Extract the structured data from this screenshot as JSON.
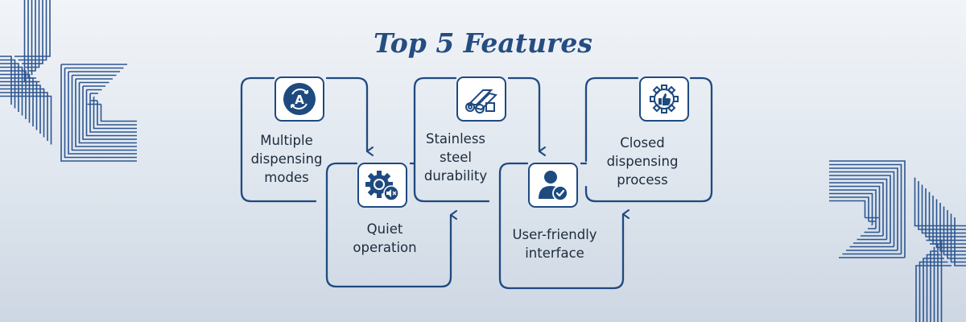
{
  "title": "Top 5 Features",
  "colors": {
    "primary": "#1e4a80",
    "text": "#1c2b3d",
    "title": "#254d80"
  },
  "features": [
    {
      "lines": [
        "Multiple",
        "dispensing",
        "modes"
      ],
      "icon": "auto-mode-icon"
    },
    {
      "lines": [
        "Quiet",
        "operation"
      ],
      "icon": "gear-mute-icon"
    },
    {
      "lines": [
        "Stainless",
        "steel",
        "durability"
      ],
      "icon": "steel-pipes-icon"
    },
    {
      "lines": [
        "User-friendly",
        "interface"
      ],
      "icon": "user-check-icon"
    },
    {
      "lines": [
        "Closed",
        "dispensing",
        "process"
      ],
      "icon": "gear-thumbs-up-icon"
    }
  ]
}
